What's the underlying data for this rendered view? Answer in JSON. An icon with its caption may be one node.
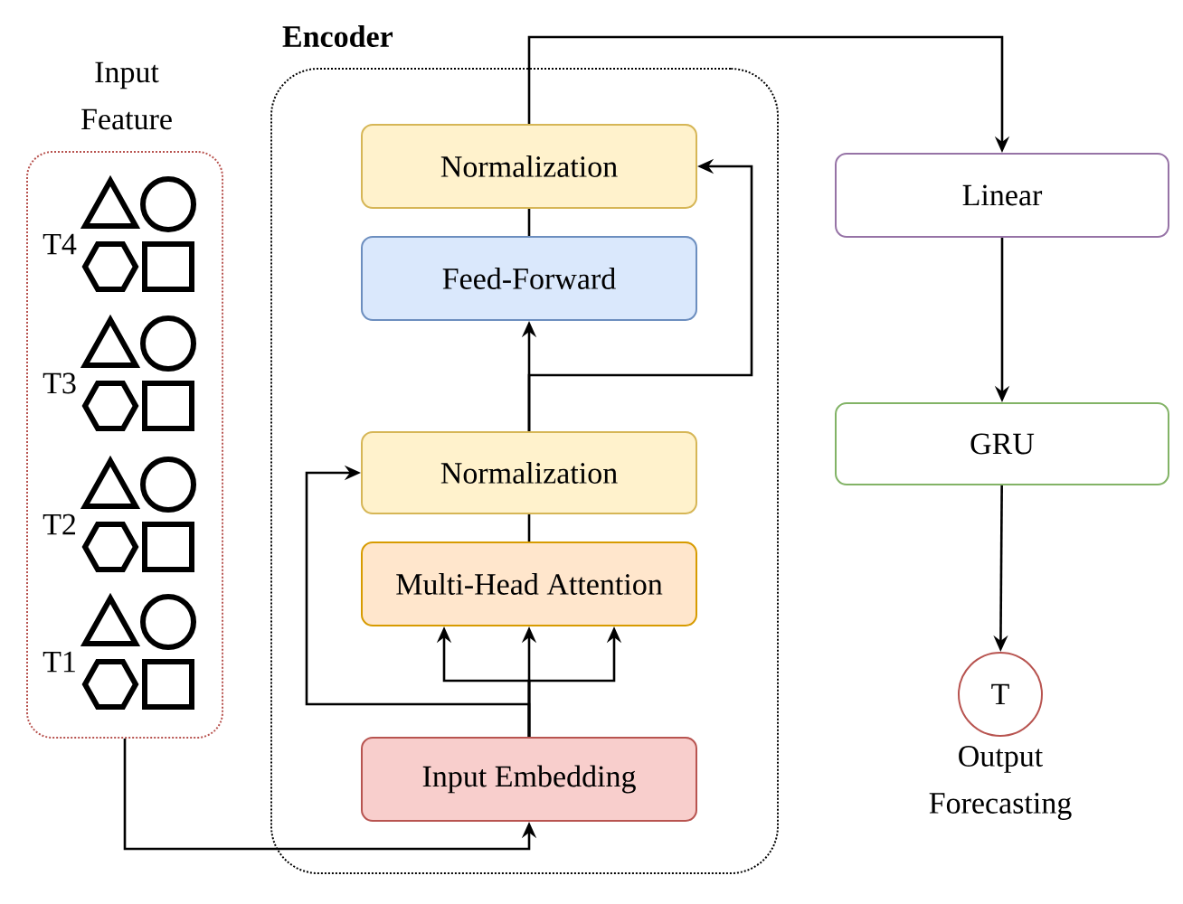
{
  "diagram": {
    "nodes": [
      {
        "text": [
          "Input Feature"
        ]
      },
      {
        "text": [
          "Encoder"
        ]
      },
      {
        "text": [
          "Normalization"
        ],
        "in": 1
      },
      {
        "text": [
          "Feed-Forward"
        ],
        "in": 1
      },
      {
        "text": [
          "Normalization"
        ],
        "in": 1
      },
      {
        "text": [
          "Multi-Head Attention"
        ],
        "in": 1
      },
      {
        "text": [
          "Input Embedding"
        ],
        "in": 1
      },
      {
        "text": [
          "Linear"
        ]
      },
      {
        "text": [
          "GRU"
        ]
      },
      {
        "text": [
          "T"
        ],
        "beside": [
          "Output Forecasting"
        ]
      }
    ],
    "edges": [
      {
        "from": 0,
        "to": 6,
        "arrow": "to"
      },
      {
        "from": 6,
        "to": 5,
        "arrow": "to"
      },
      {
        "from": 6,
        "to": 5,
        "arrow": "to"
      },
      {
        "from": 6,
        "to": 5,
        "arrow": "to"
      },
      {
        "from": 6,
        "to": 4,
        "arrow": "to"
      },
      {
        "from": 5,
        "to": 4,
        "arrow": "none"
      },
      {
        "from": 4,
        "to": 3,
        "arrow": "to"
      },
      {
        "from": 4,
        "to": 2,
        "arrow": "to"
      },
      {
        "from": 3,
        "to": 2,
        "arrow": "none"
      },
      {
        "from": 2,
        "to": 7,
        "arrow": "to"
      },
      {
        "from": 7,
        "to": 8,
        "arrow": "to"
      },
      {
        "from": 8,
        "to": 9,
        "arrow": "to"
      }
    ],
    "labels": [
      "T4",
      "T3",
      "T2",
      "T1"
    ]
  }
}
